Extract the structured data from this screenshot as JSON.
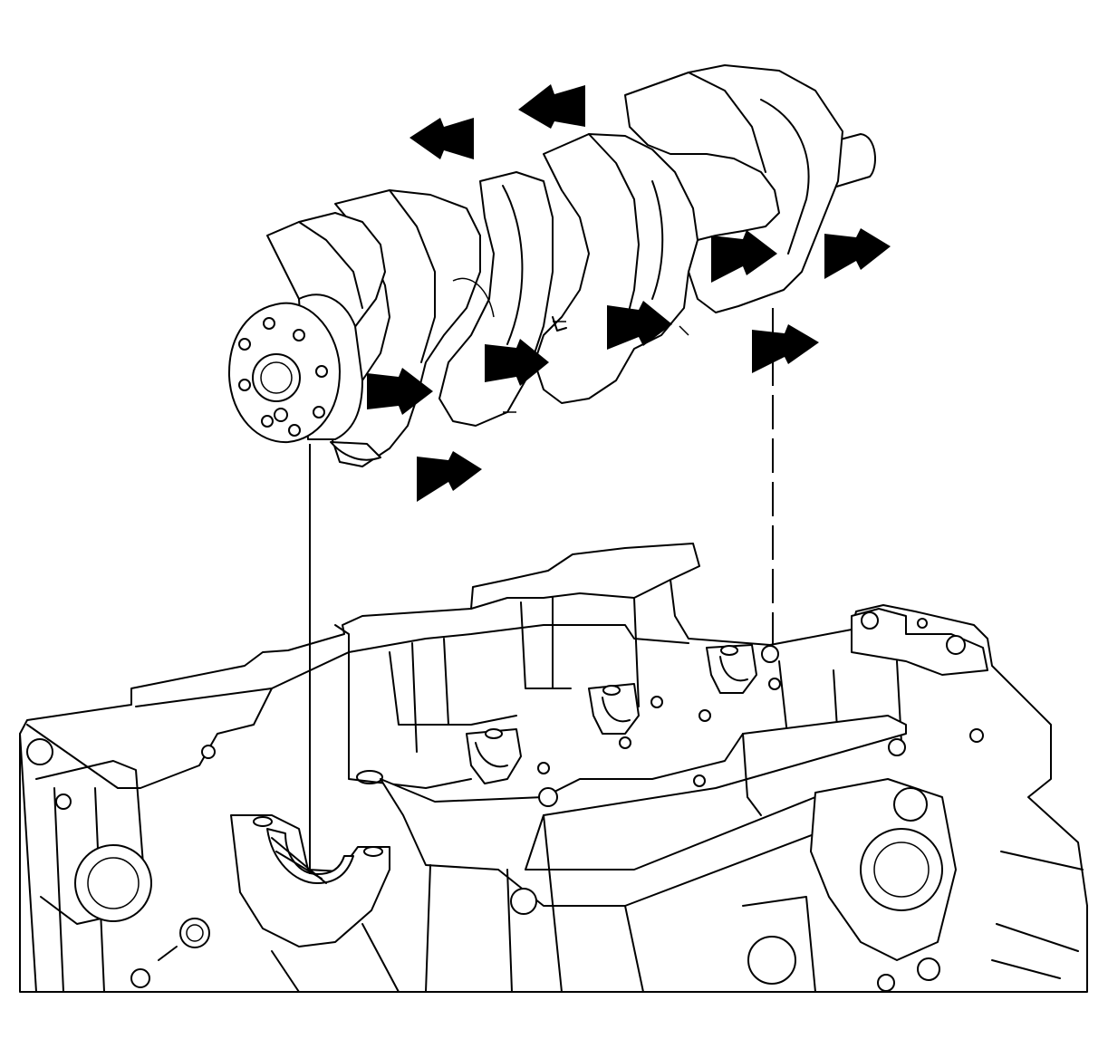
{
  "figure": {
    "subject_icon": "crankshaft-installation-diagram",
    "line_color": "#000000",
    "background_color": "#ffffff",
    "arrow_color": "#000000",
    "arrow_count": 10,
    "leader_lines": [
      {
        "name": "front-alignment-leader",
        "style": "solid"
      },
      {
        "name": "rear-alignment-leader",
        "style": "dashed"
      }
    ]
  }
}
